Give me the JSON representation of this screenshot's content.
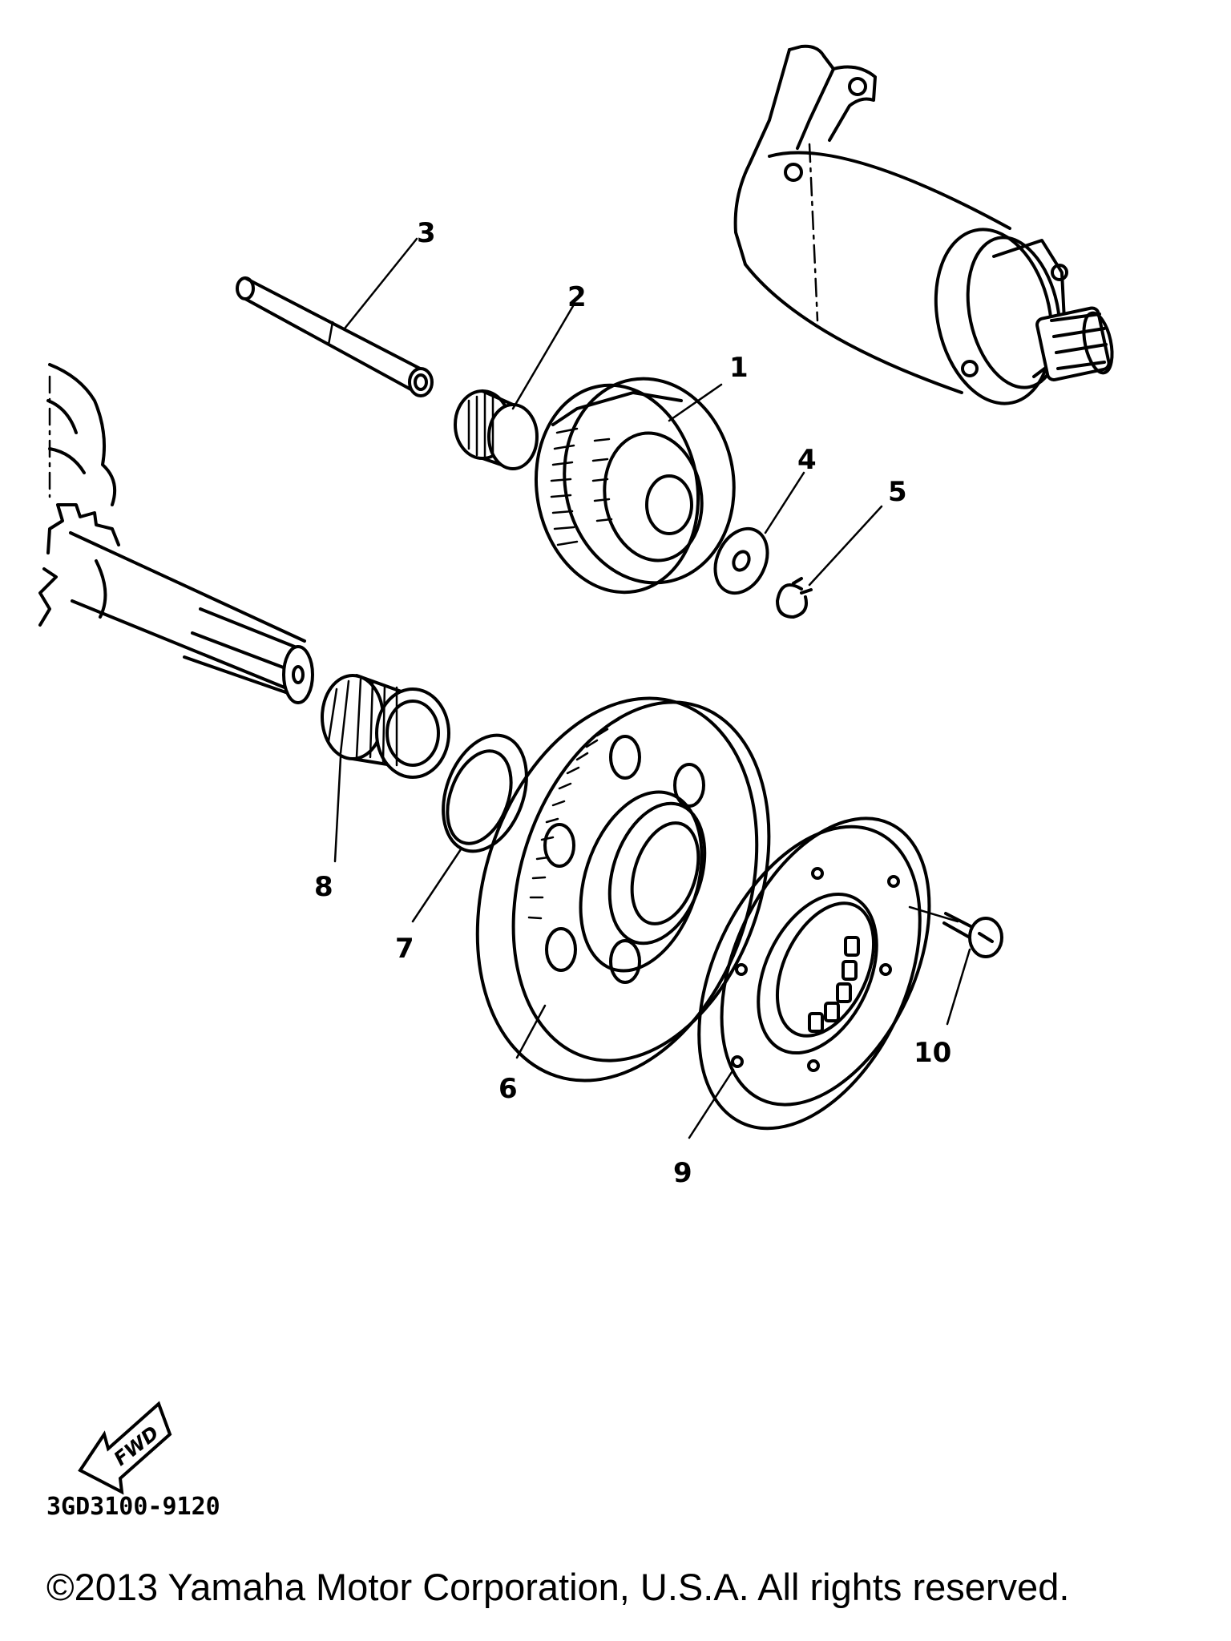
{
  "callouts": [
    {
      "id": "1",
      "label": "1"
    },
    {
      "id": "2",
      "label": "2"
    },
    {
      "id": "3",
      "label": "3"
    },
    {
      "id": "4",
      "label": "4"
    },
    {
      "id": "5",
      "label": "5"
    },
    {
      "id": "6",
      "label": "6"
    },
    {
      "id": "7",
      "label": "7"
    },
    {
      "id": "8",
      "label": "8"
    },
    {
      "id": "9",
      "label": "9"
    },
    {
      "id": "10",
      "label": "10"
    }
  ],
  "fwd_arrow": {
    "label": "FWD",
    "icon": "fwd-arrow-icon"
  },
  "diagram_code": "3GD3100-9120",
  "copyright": "©2013 Yamaha Motor Corporation, U.S.A. All rights reserved."
}
